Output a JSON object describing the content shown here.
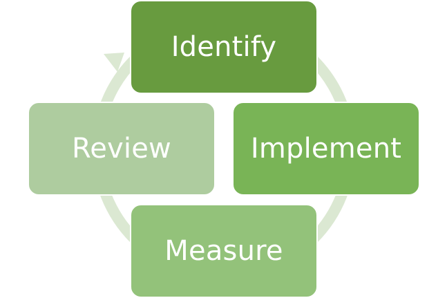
{
  "cycle": {
    "steps": [
      {
        "label": "Identify",
        "color": "#689b3f"
      },
      {
        "label": "Implement",
        "color": "#79b456"
      },
      {
        "label": "Measure",
        "color": "#93c27a"
      },
      {
        "label": "Review",
        "color": "#aecc9f"
      }
    ],
    "ring_color": "#dbe8d2"
  }
}
